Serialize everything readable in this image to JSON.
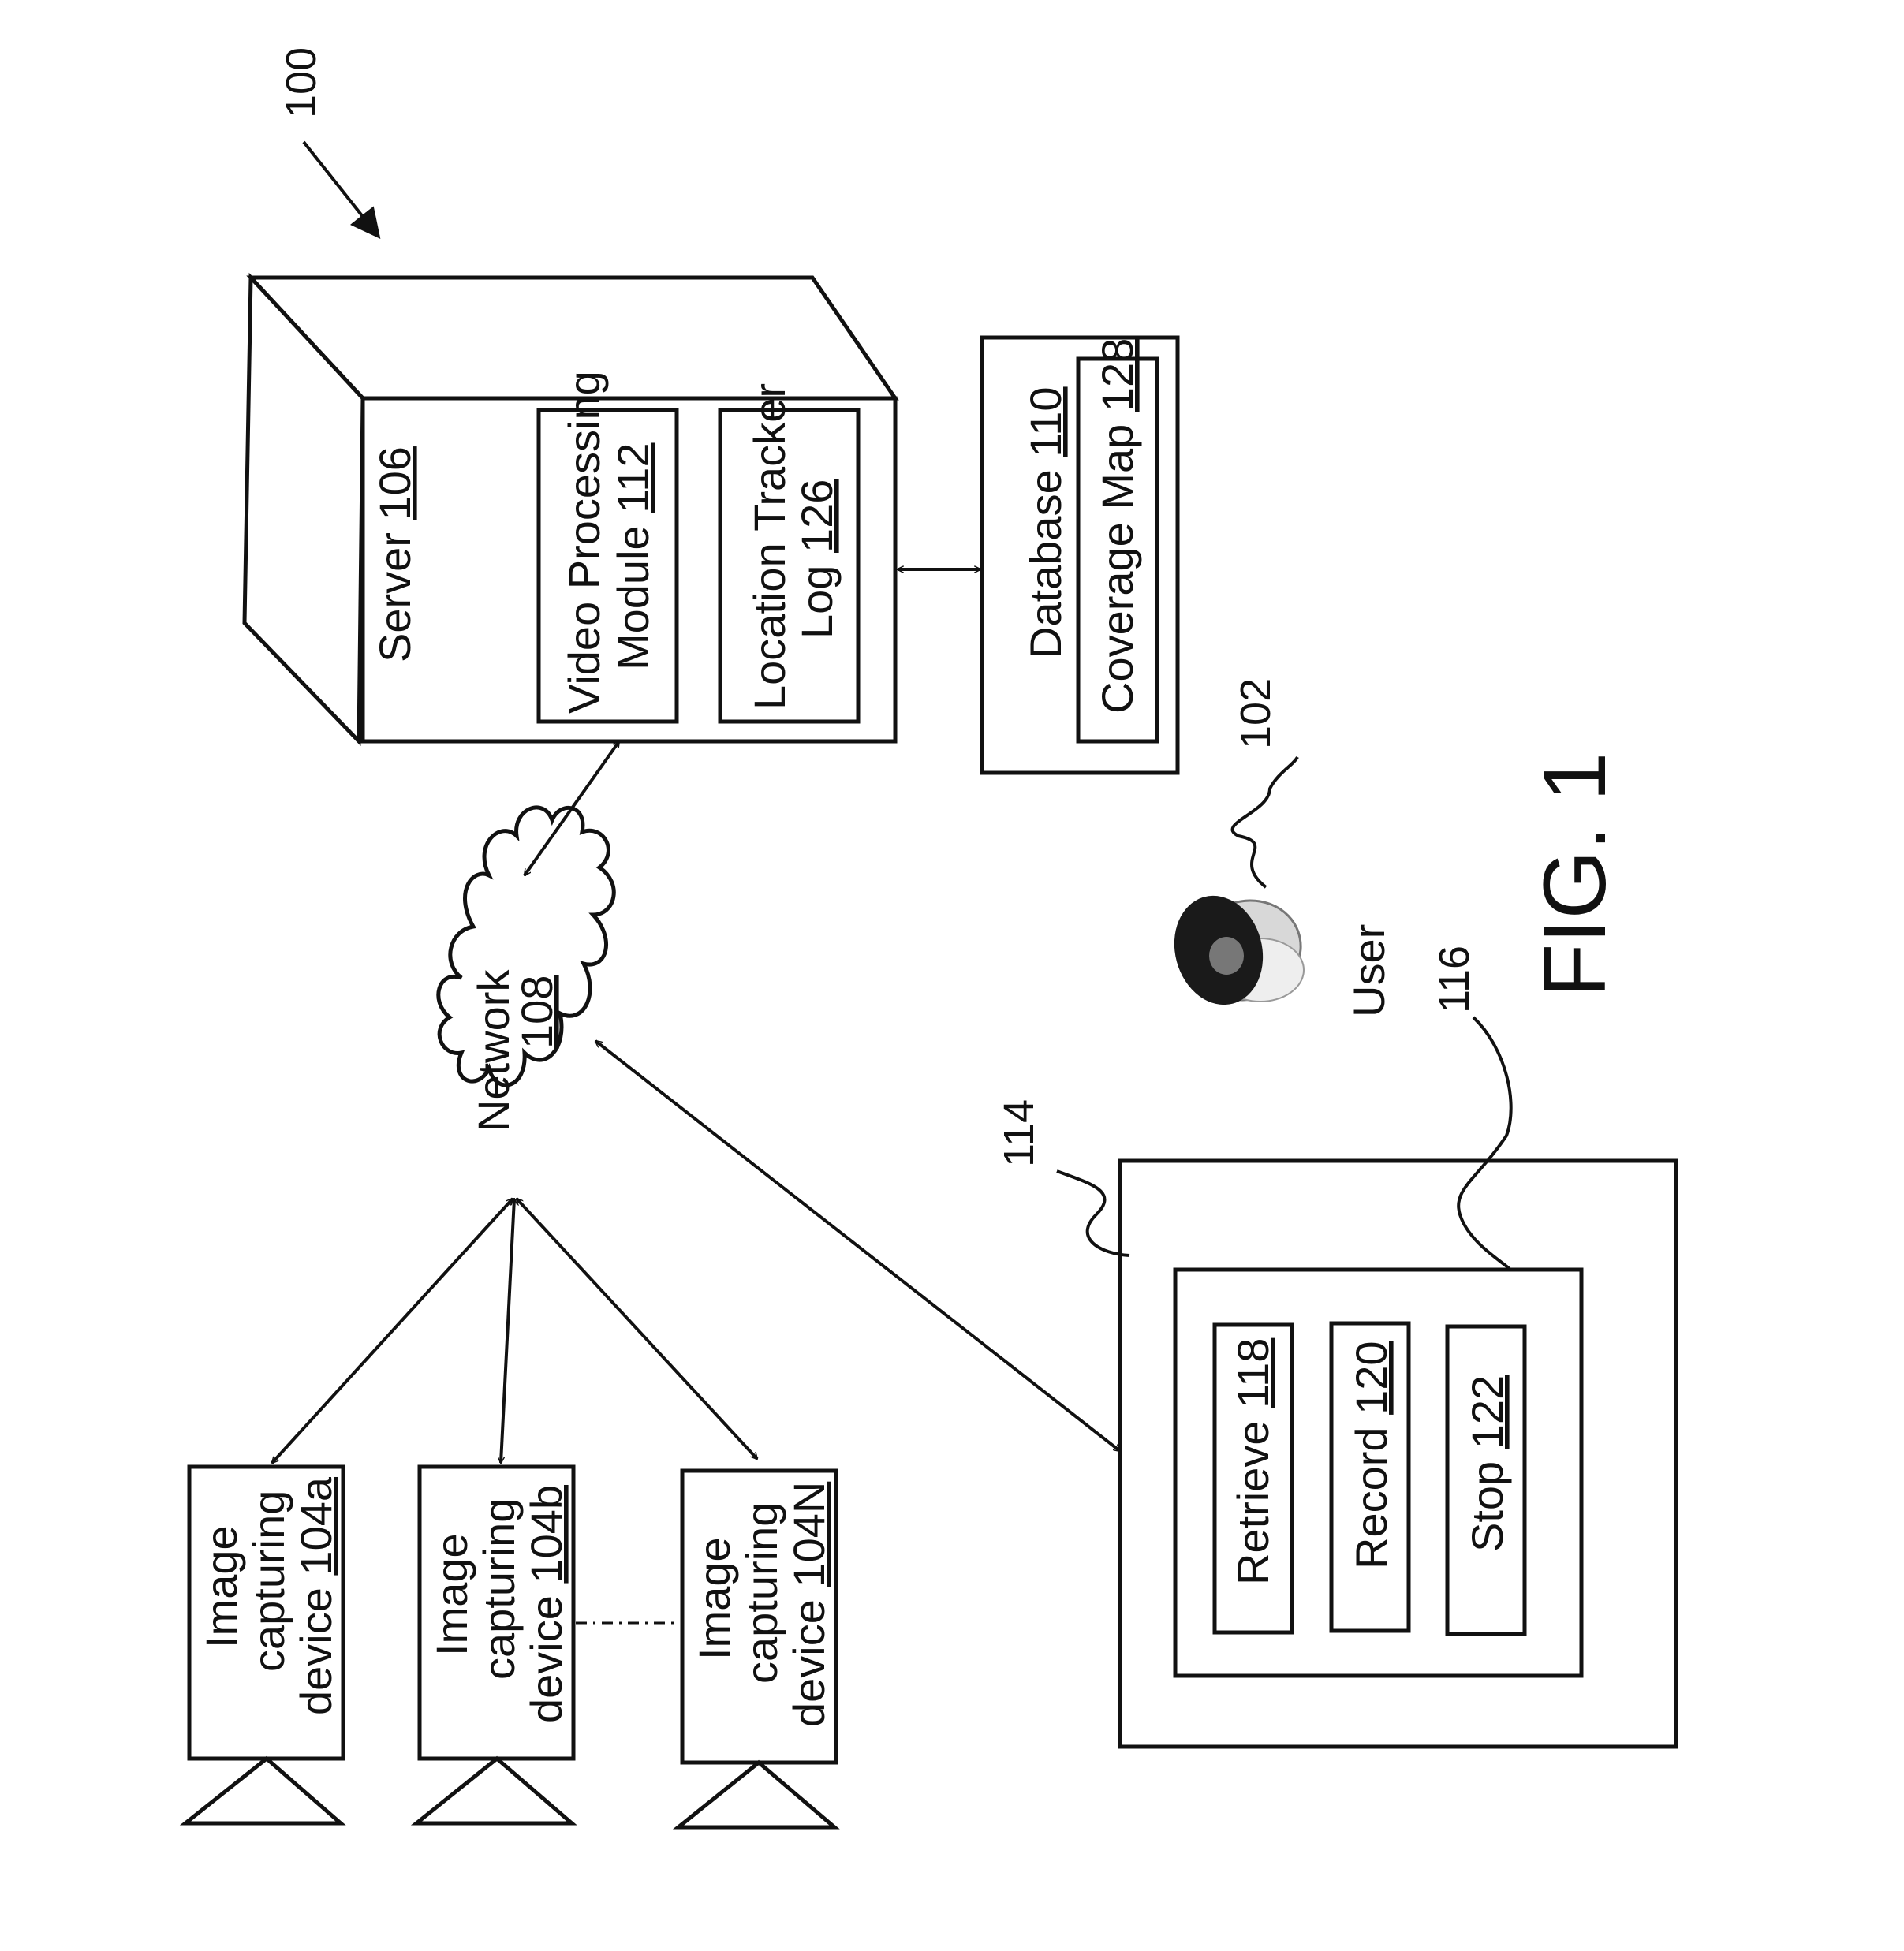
{
  "system_ref": "100",
  "server": {
    "label": "Server ",
    "ref": "106"
  },
  "video_module": {
    "line1": "Video Processing",
    "line2": "Module ",
    "ref": "112"
  },
  "location_log": {
    "line1": "Location Tracker",
    "line2": "Log ",
    "ref": "126"
  },
  "database": {
    "label": "Database ",
    "ref": "110"
  },
  "coverage_map": {
    "label": "Coverage Map ",
    "ref": "128"
  },
  "network": {
    "label": "Network",
    "ref": "108"
  },
  "user": {
    "label": "User",
    "ref": "102"
  },
  "client_device": {
    "ref": "114"
  },
  "control_panel": {
    "ref": "116"
  },
  "buttons": [
    {
      "label": "Retrieve ",
      "ref": "118"
    },
    {
      "label": "Record ",
      "ref": "120"
    },
    {
      "label": "Stop ",
      "ref": "122"
    }
  ],
  "cameras": [
    {
      "line1": "Image",
      "line2": "capturing",
      "line3": "device ",
      "ref": "104a"
    },
    {
      "line1": "Image",
      "line2": "capturing",
      "line3": "device ",
      "ref": "104b"
    },
    {
      "line1": "Image",
      "line2": "capturing",
      "line3": "device ",
      "ref": "104N"
    }
  ],
  "figure_label": "FIG. 1"
}
